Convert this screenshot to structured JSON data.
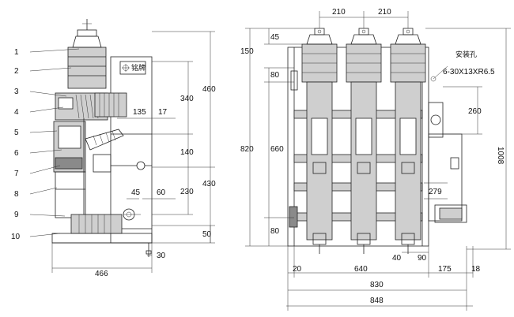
{
  "part_numbers": [
    "1",
    "2",
    "3",
    "4",
    "5",
    "6",
    "7",
    "8",
    "9",
    "10"
  ],
  "side_view": {
    "dims": {
      "d460": "460",
      "d340": "340",
      "d135": "135",
      "d17": "17",
      "d140": "140",
      "d430": "430",
      "d230": "230",
      "d45": "45",
      "d60": "60",
      "d50": "50",
      "d30": "30",
      "d466": "466"
    },
    "nameplate_label": "铭牌",
    "nameplate_icon": "crosshair-icon"
  },
  "front_view": {
    "dims": {
      "d210a": "210",
      "d210b": "210",
      "d45": "45",
      "d150": "150",
      "d80a": "80",
      "d820": "820",
      "d660": "660",
      "d80b": "80",
      "d260": "260",
      "d279": "279",
      "d40": "40",
      "d90": "90",
      "d20": "20",
      "d640": "640",
      "d175": "175",
      "d18": "18",
      "d830": "830",
      "d848": "848",
      "d1008": "1008"
    },
    "mount_label": "安装孔",
    "mount_spec": "6-30X13XR6.5"
  }
}
